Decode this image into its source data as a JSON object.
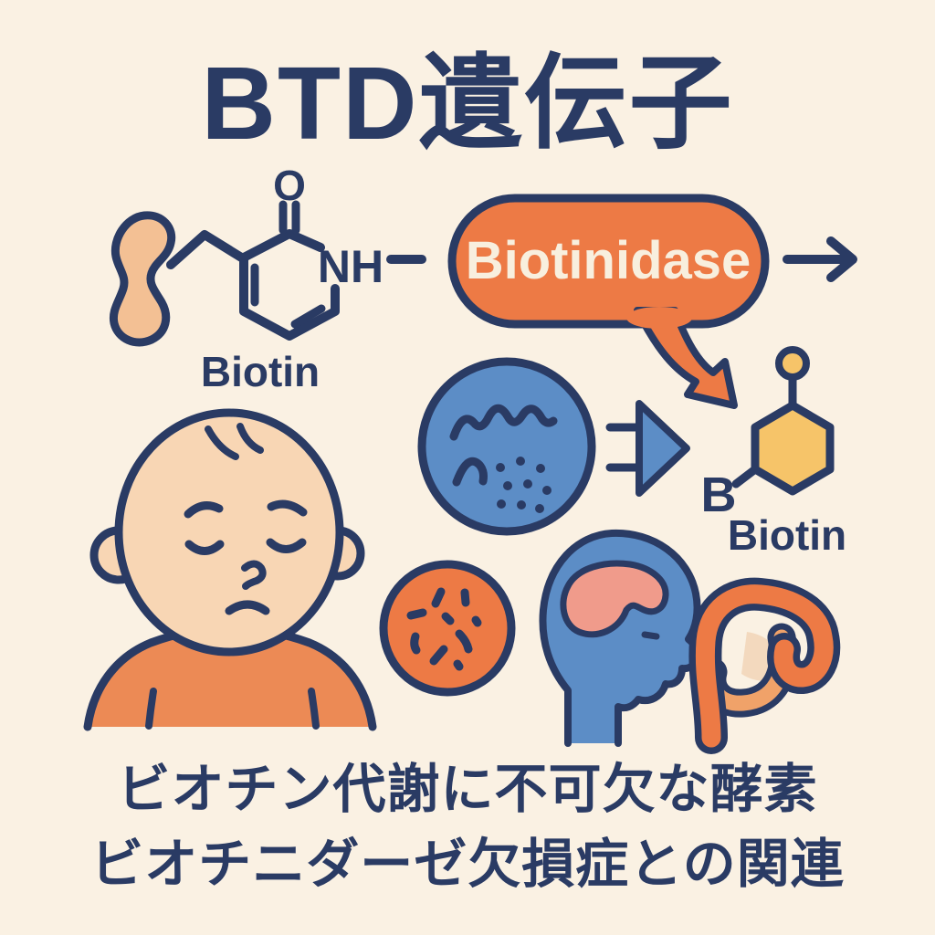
{
  "title": "BTD遺伝子",
  "molecule": {
    "carbonyl_o": "O",
    "nh": "NH",
    "biotin_label": "Biotin"
  },
  "enzyme": {
    "bubble_label": "Biotinidase"
  },
  "product": {
    "b_label": "B",
    "biotin_label": "Biotin"
  },
  "caption": {
    "line1": "ビオチン代謝に不可欠な酵素",
    "line2": "ビオチニダーゼ欠損症との関連"
  },
  "palette": {
    "background": "#FAF1E3",
    "navy": "#2A3B64",
    "orange": "#ED7A45",
    "shirt_orange": "#EC8A55",
    "blue": "#5C8DC6",
    "yellow": "#F6C469",
    "skin": "#F8D6B4",
    "bean_peach": "#F3C094",
    "brain_salmon": "#F09B8B",
    "gut_inner": "#F0A269",
    "gut_pale": "#F3D9BE",
    "bubble_text": "#F8EFDE"
  }
}
